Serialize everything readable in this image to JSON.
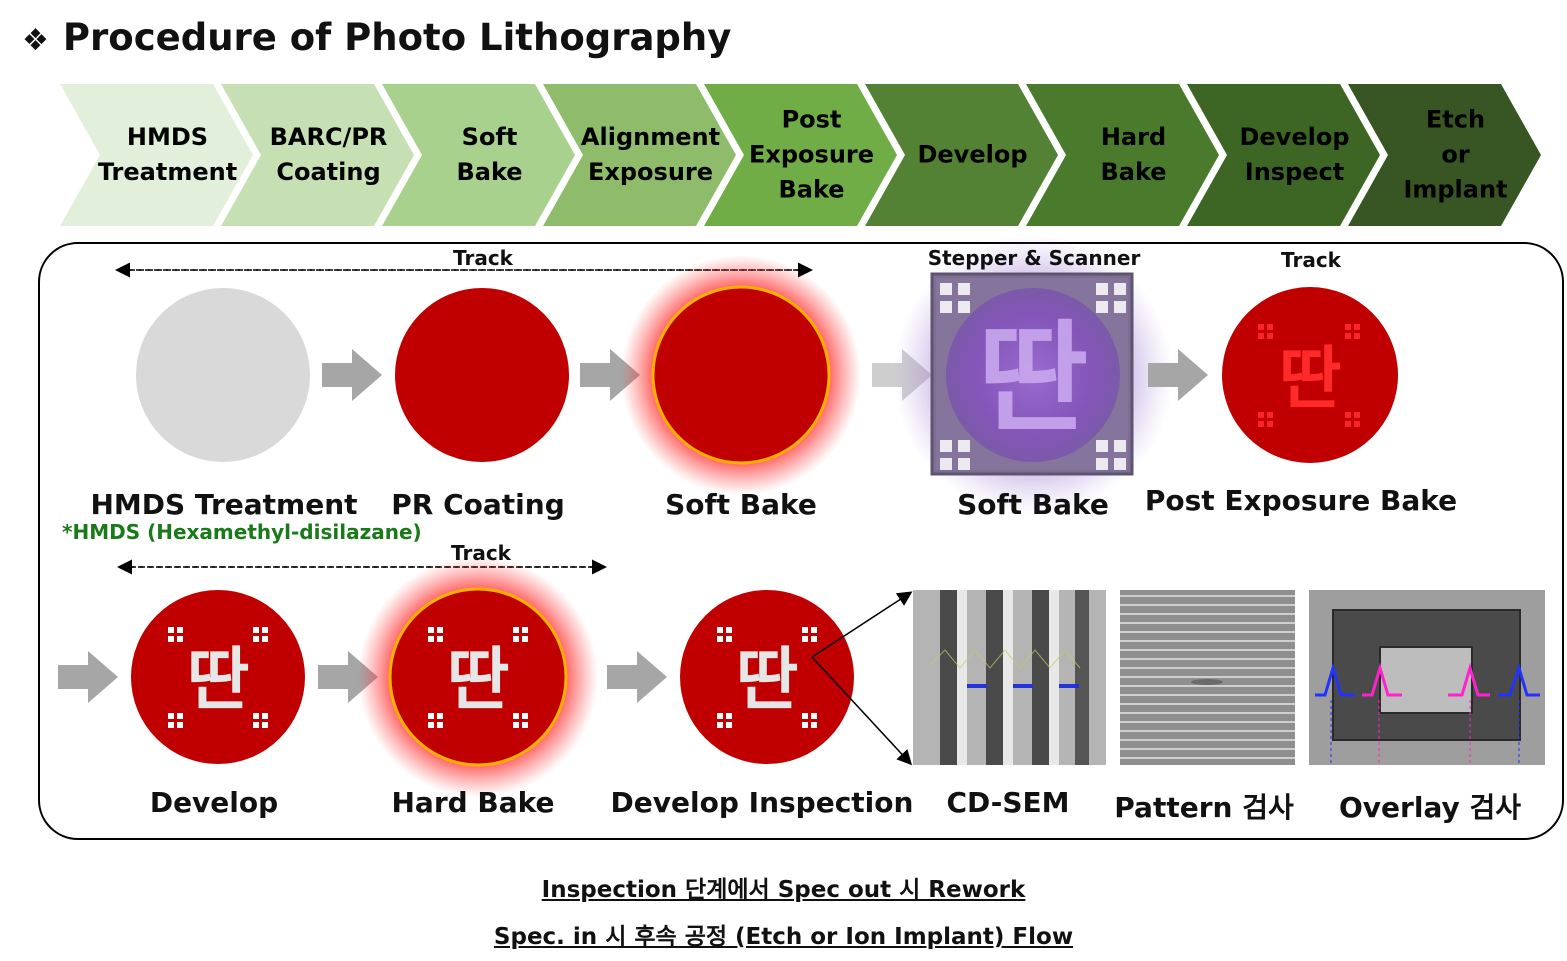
{
  "title": "Procedure of Photo Lithography",
  "title_bullet": "❖",
  "steps": [
    {
      "line1": "HMDS",
      "line2": "Treatment",
      "line3": "",
      "color": "#e2efda",
      "text_color": "#000000"
    },
    {
      "line1": "BARC/PR",
      "line2": "Coating",
      "line3": "",
      "color": "#c6e0b4",
      "text_color": "#000000"
    },
    {
      "line1": "Soft",
      "line2": "Bake",
      "line3": "",
      "color": "#a9d18e",
      "text_color": "#000000"
    },
    {
      "line1": "Alignment",
      "line2": "Exposure",
      "line3": "",
      "color": "#8fbc6a",
      "text_color": "#000000"
    },
    {
      "line1": "Post",
      "line2": "Exposure",
      "line3": "Bake",
      "color": "#70ad47",
      "text_color": "#000000"
    },
    {
      "line1": "Develop",
      "line2": "",
      "line3": "",
      "color": "#548235",
      "text_color": "#000000"
    },
    {
      "line1": "Hard",
      "line2": "Bake",
      "line3": "",
      "color": "#4a7a2c",
      "text_color": "#000000"
    },
    {
      "line1": "Develop",
      "line2": "Inspect",
      "line3": "",
      "color": "#3d6624",
      "text_color": "#000000"
    },
    {
      "line1": "Etch",
      "line2": "or",
      "line3": "Implant",
      "color": "#375623",
      "text_color": "#000000"
    }
  ],
  "track_labels": {
    "row1_left": "Track",
    "row1_equipment": "Stepper & Scanner",
    "row1_right": "Track",
    "row2_left": "Track"
  },
  "row1_labels": [
    "HMDS Treatment",
    "PR Coating",
    "Soft Bake",
    "Soft Bake",
    "Post Exposure Bake"
  ],
  "row2_labels": [
    "Develop",
    "Hard Bake",
    "Develop Inspection",
    "CD-SEM",
    "Pattern 검사",
    "Overlay 검사"
  ],
  "hmds_note": "*HMDS (Hexamethyl-disilazane)",
  "mask_glyph": "딴",
  "footer": [
    "Inspection 단계에서 Spec out 시 Rework",
    "Spec. in 시 후속 공정 (Etch or Ion Implant) Flow"
  ],
  "colors": {
    "wafer_red": "#c00000",
    "wafer_gray": "#d9d9d9",
    "arrow_gray": "#a6a6a6",
    "glow_red": "#ff0000",
    "mask_purple": "#8e6fb8",
    "note_green": "#1a7a1a"
  }
}
